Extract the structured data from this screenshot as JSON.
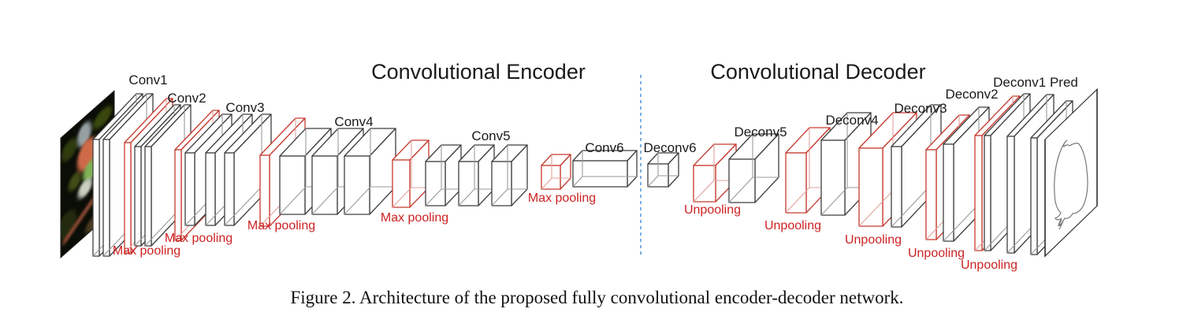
{
  "figure": {
    "caption": "Figure 2. Architecture of the proposed fully convolutional encoder-decoder network."
  },
  "titles": {
    "encoder": "Convolutional Encoder",
    "decoder": "Convolutional Decoder"
  },
  "encoder": {
    "blocks": [
      {
        "label": "Conv1",
        "pool_label": "Max pooling"
      },
      {
        "label": "Conv2",
        "pool_label": "Max pooling"
      },
      {
        "label": "Conv3",
        "pool_label": "Max pooling"
      },
      {
        "label": "Conv4",
        "pool_label": "Max pooling"
      },
      {
        "label": "Conv5",
        "pool_label": "Max pooling"
      },
      {
        "label": "Conv6"
      }
    ]
  },
  "decoder": {
    "blocks": [
      {
        "label": "Deconv6"
      },
      {
        "label": "Deconv5",
        "unpool_label": "Unpooling"
      },
      {
        "label": "Deconv4",
        "unpool_label": "Unpooling"
      },
      {
        "label": "Deconv3",
        "unpool_label": "Unpooling"
      },
      {
        "label": "Deconv2",
        "unpool_label": "Unpooling"
      },
      {
        "label": "Deconv1 Pred",
        "unpool_label": "Unpooling"
      }
    ]
  },
  "colors": {
    "box_stroke": "#3f3f3f",
    "pooling_red": "#c53a2e",
    "label_red": "#cc2222",
    "divider_blue": "#5b9bd5"
  }
}
